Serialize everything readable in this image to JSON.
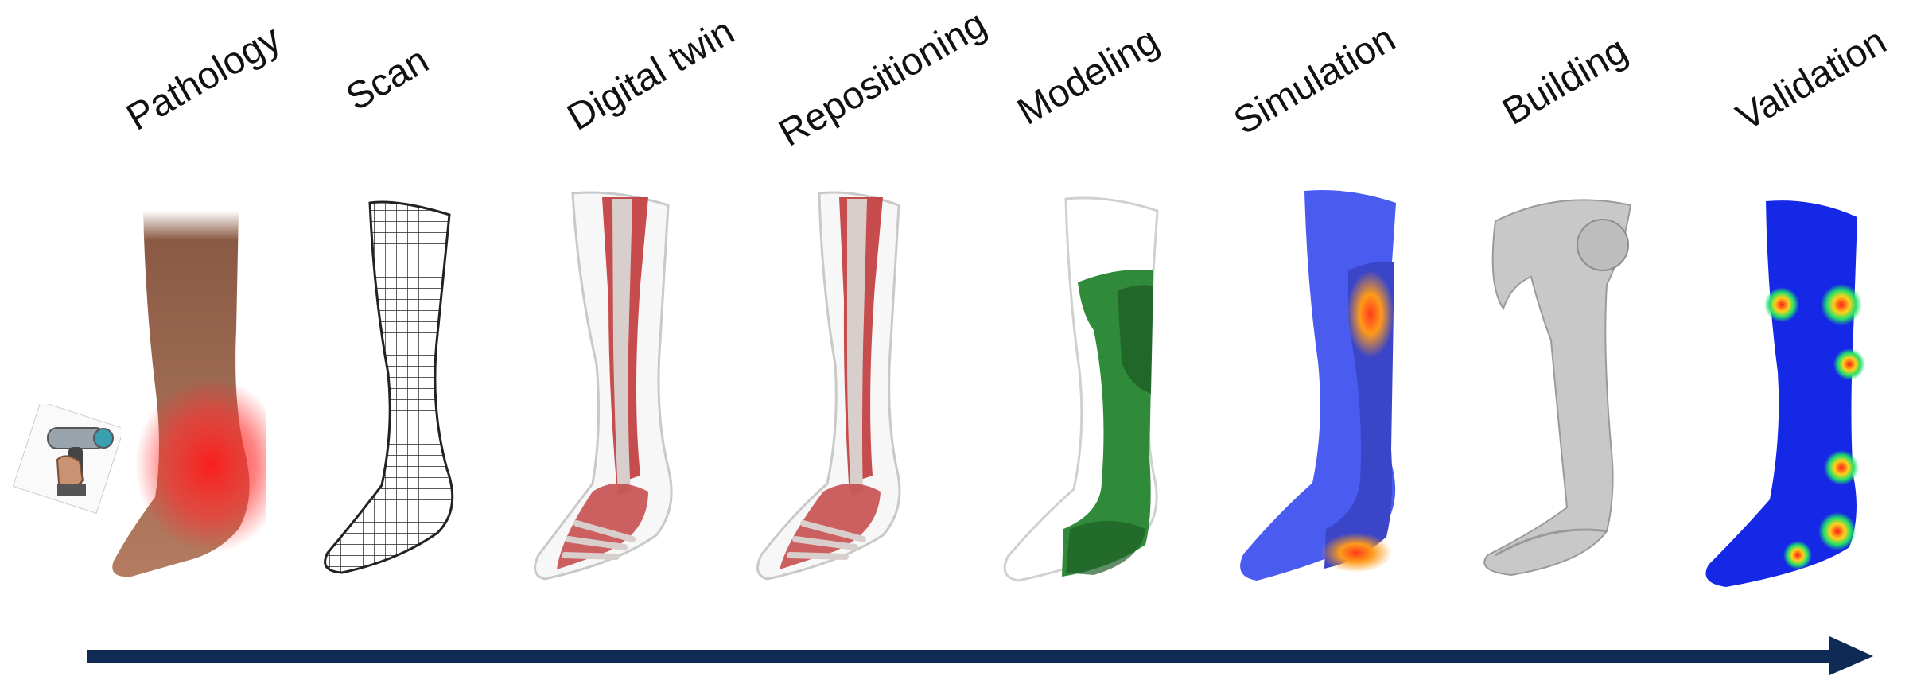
{
  "steps": [
    {
      "label": "Pathology"
    },
    {
      "label": "Scan"
    },
    {
      "label": "Digital twin"
    },
    {
      "label": "Repositioning"
    },
    {
      "label": "Modeling"
    },
    {
      "label": "Simulation"
    },
    {
      "label": "Building"
    },
    {
      "label": "Validation"
    }
  ],
  "colors": {
    "arrow": "#0f2b55",
    "skin": "#8a5a45",
    "inflammation": "#ff1a1a",
    "mesh": "#222222",
    "muscle": "#c0393b",
    "bone": "#d8cfcd",
    "orthosis_green": "#2f8a3a",
    "sim_blue": "#4a5cf0",
    "heat_red": "#ff3b1a",
    "heat_yellow": "#ffd21a",
    "printed_gray": "#c8c8c8",
    "validation_blue": "#1528e6"
  }
}
